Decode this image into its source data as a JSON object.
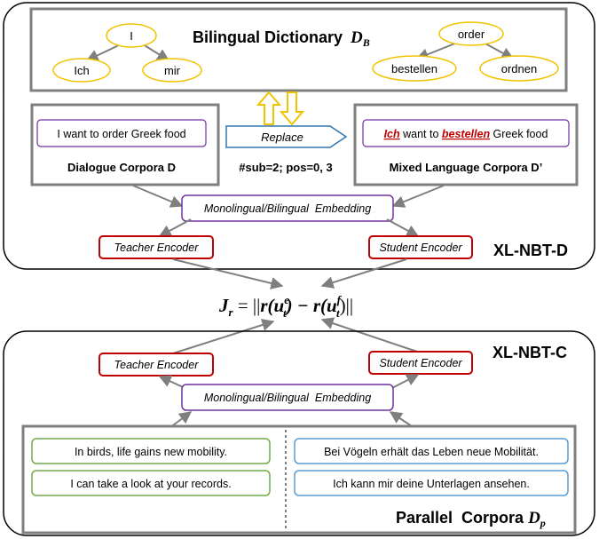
{
  "top_panel": {
    "label": "XL-NBT-D",
    "dictionary": {
      "title": "Bilingual Dictionary",
      "title_math": "D",
      "title_sub": "B",
      "tree1": {
        "root": "I",
        "children": [
          "Ich",
          "mir"
        ]
      },
      "tree2": {
        "root": "order",
        "children": [
          "bestellen",
          "ordnen"
        ]
      }
    },
    "dialogue": {
      "sentence": "I want to order Greek food",
      "caption": "Dialogue Corpora D"
    },
    "replace": {
      "label": "Replace",
      "note": "#sub=2; pos=0, 3"
    },
    "mixed": {
      "word1": "Ich",
      "mid": " want to ",
      "word2": "bestellen",
      "tail": " Greek food",
      "caption": "Mixed Language Corpora D’"
    },
    "embedding": "Monolingual/Bilingual  Embedding",
    "teacher": "Teacher Encoder",
    "student": "Student Encoder"
  },
  "objective": {
    "J": "J",
    "J_sub": "r",
    "eq": " = ||",
    "r1": "r(",
    "u1": "u",
    "u1_sub": "t",
    "u1_sup": "e",
    "mid": ") − ",
    "r2": "r(",
    "u2": "u",
    "u2_sub": "t",
    "u2_sup": "f",
    "end": ")||"
  },
  "bottom_panel": {
    "label": "XL-NBT-C",
    "teacher": "Teacher Encoder",
    "student": "Student Encoder",
    "embedding": "Monolingual/Bilingual  Embedding",
    "english": [
      "In birds, life gains new mobility.",
      "I can take a look at your records."
    ],
    "german": [
      "Bei Vögeln erhält das Leben neue Mobilität.",
      "Ich kann mir deine Unterlagen ansehen."
    ],
    "parallel_title": "Parallel  Corpora",
    "parallel_math": "D",
    "parallel_sub": "p"
  },
  "colors": {
    "yellow": "#f2c300",
    "purple": "#7030a0",
    "red": "#c00000",
    "green": "#70ad47",
    "blue": "#5b9bd5",
    "gray": "#808080",
    "replace_arrow": "#2e75b6"
  }
}
